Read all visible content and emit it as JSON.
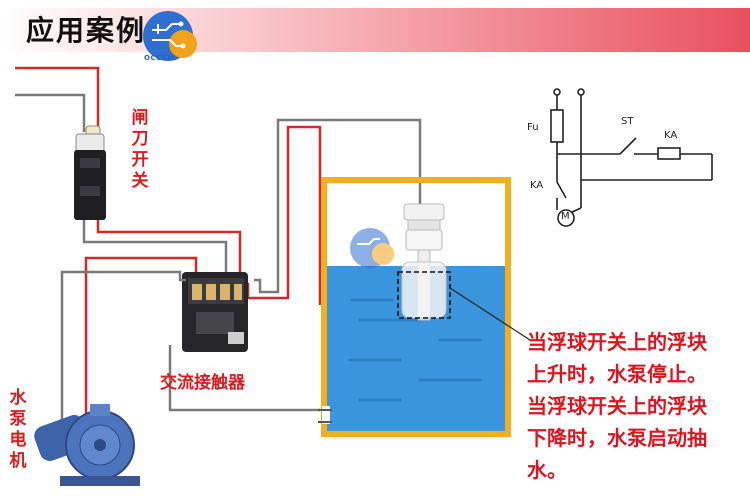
{
  "title": "应用案例",
  "logo_text": "OCCKIC",
  "labels": {
    "knife_switch": "闸刀开关",
    "contactor": "交流接触器",
    "pump_motor": "水泵电机"
  },
  "description_lines": [
    "当浮球开关上的浮块",
    "上升时，水泵停止。",
    "当浮球开关上的浮块",
    "下降时，水泵启动抽",
    "水。"
  ],
  "schematic": {
    "fuse": "Fu",
    "switch": "ST",
    "relay_coil": "KA",
    "relay_contact": "KA",
    "motor": "M"
  },
  "colors": {
    "wire_red": "#d62828",
    "wire_gray": "#7a7a7a",
    "tank_border": "#f2b01e",
    "water": "#3a95dc",
    "label_red": "#d81e1e"
  }
}
